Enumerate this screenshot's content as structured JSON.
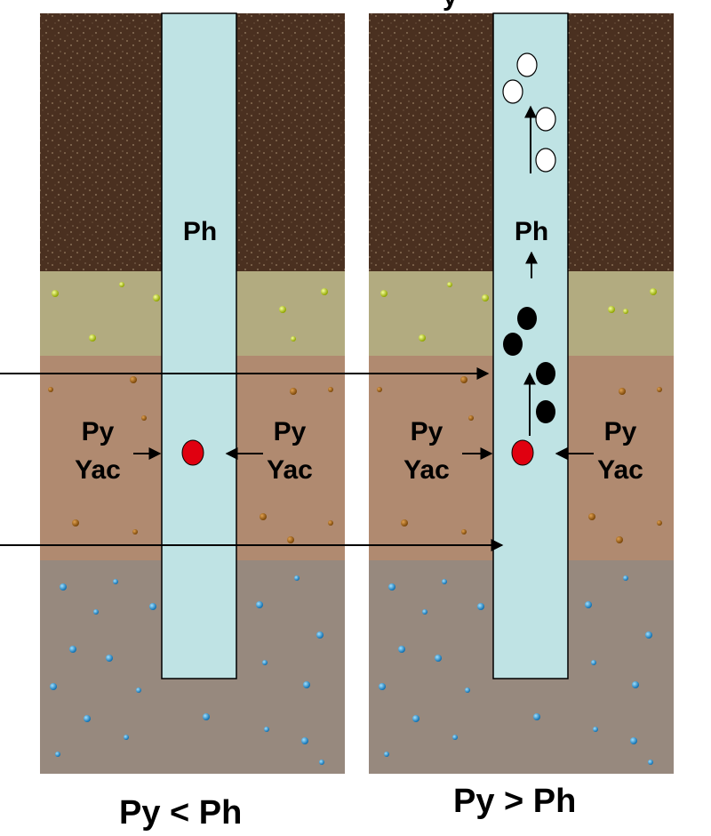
{
  "title_fragment": "y",
  "panels": [
    {
      "id": "left",
      "column_label": "Ph",
      "left_pressure_label": "Py",
      "left_fluid_label": "Yac",
      "right_pressure_label": "Py",
      "right_fluid_label": "Yac",
      "caption": "Py < Ph"
    },
    {
      "id": "right",
      "column_label": "Ph",
      "left_pressure_label": "Py",
      "left_fluid_label": "Yac",
      "right_pressure_label": "Py",
      "right_fluid_label": "Yac",
      "caption": "Py > Ph"
    }
  ],
  "colors": {
    "top_soil": "#4a3020",
    "yellow_sand": "#b2ab80",
    "brown_sand": "#b08a70",
    "blue_gravel": "#97897e",
    "borehole_fluid": "#bfe3e4",
    "influx_bubble_red": "#e00010",
    "oil_bubble_black": "#000000",
    "gas_bubble_white": "#ffffff",
    "yellow_grain": "#c8e020",
    "brown_grain": "#a06010",
    "blue_grain": "#1890d0"
  }
}
